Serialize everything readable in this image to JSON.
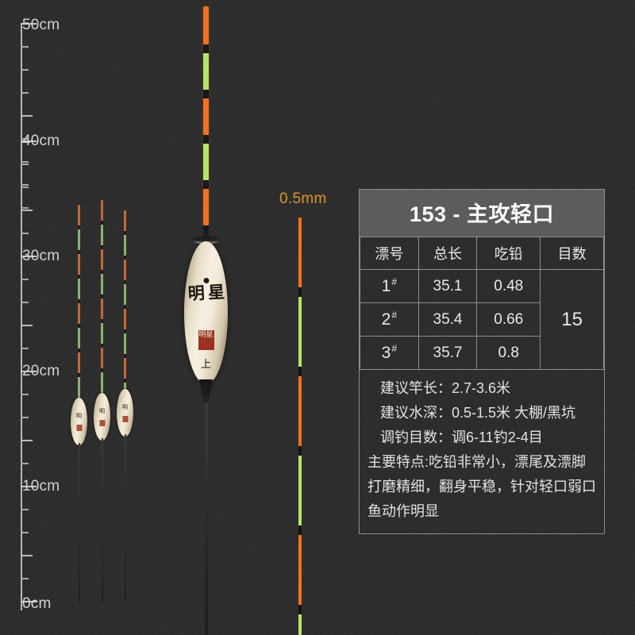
{
  "ruler": {
    "unit_suffix": "cm",
    "labels": [
      "50cm",
      "40cm",
      "30cm",
      "20cm",
      "10cm",
      "0cm"
    ]
  },
  "thin_antenna": {
    "diameter_label": "0.5mm"
  },
  "main_float": {
    "brand_glyph": "明 星",
    "seal_glyph": "明星",
    "foot_glyph": "上"
  },
  "mini_floats": {
    "glyph": "明",
    "count": 3
  },
  "spec": {
    "title": "153 - 主攻轻口",
    "table": {
      "headers": [
        "漂号",
        "总长",
        "吃铅",
        "目数"
      ],
      "rows": [
        {
          "no": "1",
          "sup": "#",
          "length": "35.1",
          "lead": "0.48"
        },
        {
          "no": "2",
          "sup": "#",
          "length": "35.4",
          "lead": "0.66"
        },
        {
          "no": "3",
          "sup": "#",
          "length": "35.7",
          "lead": "0.8"
        }
      ],
      "mu_value": "15"
    },
    "notes": [
      "建议竿长：2.7-3.6米",
      "建议水深：0.5-1.5米 大棚/黑坑",
      "调钓目数：调6-11钓2-4目"
    ],
    "features": "主要特点:吃铅非常小，漂尾及漂脚打磨精细，翻身平稳，针对轻口弱口鱼动作明显"
  },
  "colors": {
    "background": "#2c2c2c",
    "panel_border": "#8e8e8e",
    "title_bar": "#5c5c5c",
    "accent_orange": "#f3711c",
    "accent_green": "#b4e46a",
    "label_orange": "#e0922c",
    "text_light": "#e3e3e3",
    "float_body": "#f6efe0",
    "seal_red": "#9c3320"
  }
}
